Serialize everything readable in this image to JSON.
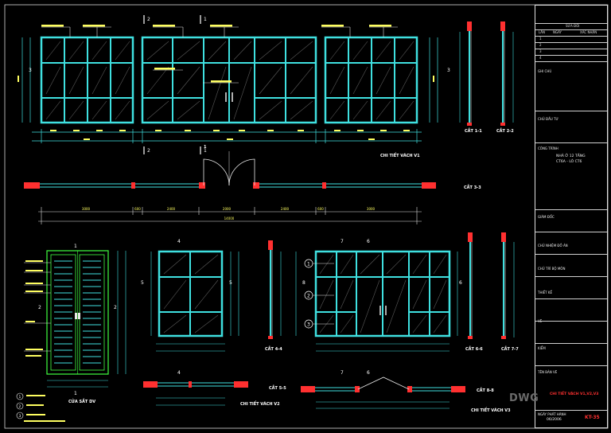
{
  "sections": {
    "v1_title": "CHI TIẾT VÁCH V1",
    "v2_title": "CHI TIẾT VÁCH V2",
    "v3_title": "CHI TIẾT VÁCH V3",
    "door_title": "CỬA SẮT DV",
    "cut_1_1": "CẮT 1-1",
    "cut_2_2": "CẮT 2-2",
    "cut_3_3": "CẮT 3-3",
    "cut_4_4": "CẮT 4-4",
    "cut_5_5": "CẮT 5-5",
    "cut_6_6": "CẮT 6-6",
    "cut_7_7": "CẮT 7-7",
    "cut_8_8": "CẮT 8-8"
  },
  "markers": {
    "m1": "1",
    "m2": "2",
    "m3": "3",
    "m4": "4",
    "m5": "5",
    "m6": "6",
    "m7": "7",
    "m8": "8"
  },
  "overall_dim": "14000",
  "v1_dims": [
    "3000",
    "600",
    "2400",
    "2000",
    "2400",
    "600",
    "3000"
  ],
  "legend": {
    "item1": "1",
    "item2": "2",
    "item3": "3"
  },
  "title_block": {
    "revision_header": "SỬA ĐỔI",
    "rev_col_lan": "LẦN",
    "rev_col_ngay": "NGÀY",
    "rev_col_xacnhan": "XÁC NHẬN",
    "rev_rows": [
      "1",
      "2",
      "3",
      "4"
    ],
    "ghi_chu": "GHI CHÚ",
    "chu_dau_tu": "CHỦ ĐẦU TƯ",
    "cong_trinh": "CÔNG TRÌNH",
    "project_line1": "NHÀ Ở 12 TẦNG",
    "project_line2": "CT6A - LÔ CT6",
    "giam_doc": "GIÁM ĐỐC",
    "chu_nhiem": "CHỦ NHIỆM ĐỒ ÁN",
    "chu_tri": "CHỦ TRÌ BỘ MÔN",
    "thiet_ke": "THIẾT KẾ",
    "ve": "VẼ",
    "kiem": "KIỂM",
    "ten_ban_ve": "TÊN BẢN VẼ",
    "drawing_name": "CHI TIẾT VÁCH V1,V2,V3",
    "ngay_phat_hanh": "NGÀY PHÁT HÀNH",
    "date": "06/2006",
    "sheet": "KT-35"
  },
  "watermark": "DWG"
}
